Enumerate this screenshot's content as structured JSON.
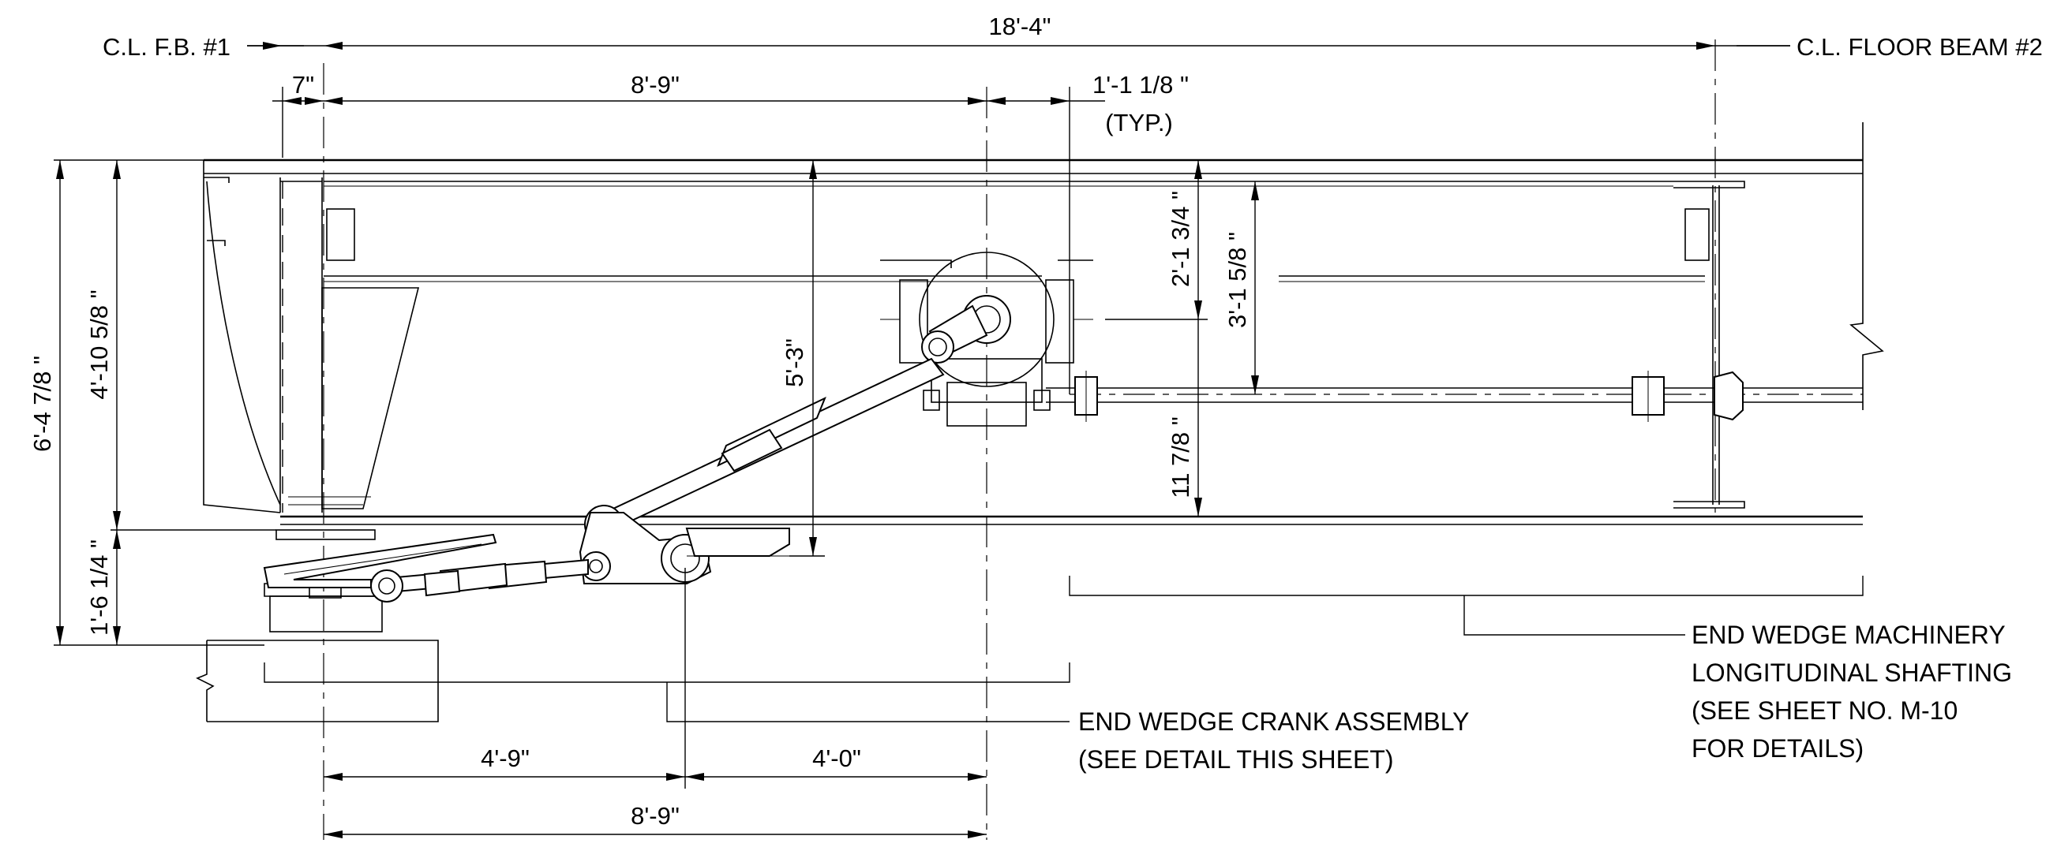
{
  "labels": {
    "cl_fb1": "C.L. F.B. #1",
    "cl_fb2": "C.L. FLOOR BEAM #2",
    "overall_span": "18'-4\"",
    "offset_7": "7\"",
    "dim_8_9_top": "8'-9\"",
    "dim_1_1_1_8": "1'-1 1/8 \"",
    "typ": "(TYP.)",
    "dim_6_4_7_8": "6'-4 7/8 \"",
    "dim_4_10_5_8": "4'-10 5/8 \"",
    "dim_1_6_1_4": "1'-6 1/4 \"",
    "dim_5_3": "5'-3\"",
    "dim_2_1_3_4": "2'-1 3/4 \"",
    "dim_3_1_5_8": "3'-1 5/8 \"",
    "dim_11_7_8": "11 7/8 \"",
    "dim_4_9": "4'-9\"",
    "dim_4_0": "4'-0\"",
    "dim_8_9_bottom": "8'-9\""
  },
  "callouts": {
    "crank_line1": "END WEDGE CRANK ASSEMBLY",
    "crank_line2": "(SEE DETAIL THIS SHEET)",
    "shafting_line1": "END WEDGE MACHINERY",
    "shafting_line2": "LONGITUDINAL SHAFTING",
    "shafting_line3": "(SEE SHEET NO. M-10",
    "shafting_line4": "FOR DETAILS)"
  }
}
